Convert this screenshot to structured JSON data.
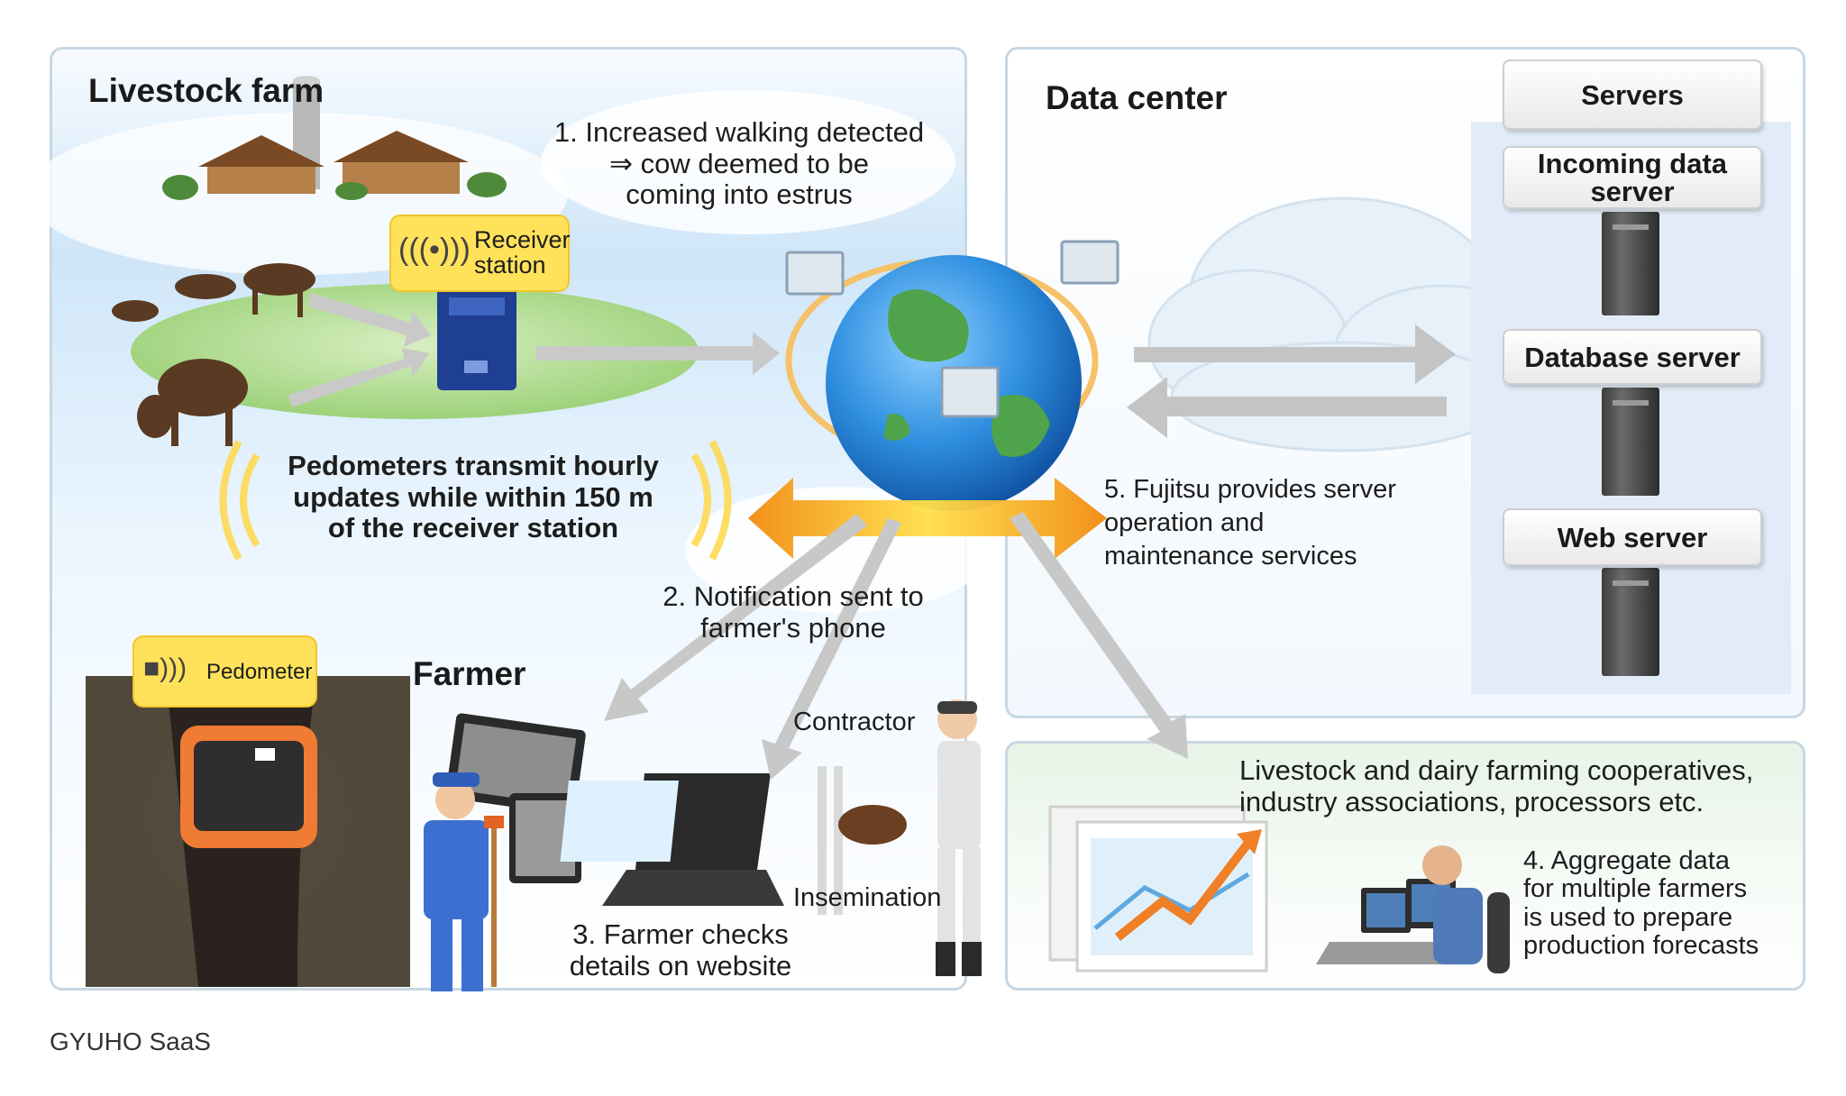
{
  "farm": {
    "title": "Livestock farm",
    "receiver_label": "Receiver\nstation",
    "pedometer_label": "Pedometer",
    "pedometer_note": "Pedometers transmit hourly\nupdates while within 150 m\nof the receiver station",
    "farmer_label": "Farmer",
    "contractor_label": "Contractor",
    "insemination_label": "Insemination"
  },
  "steps": {
    "step1": "1. Increased walking detected\n⇒ cow deemed to be\ncoming into estrus",
    "step2": "2. Notification sent to\nfarmer's phone",
    "step3": "3. Farmer checks\ndetails on website",
    "step4": "4. Aggregate data\nfor multiple farmers\nis used to prepare\nproduction forecasts",
    "step5": "5. Fujitsu provides server\noperation and\nmaintenance services"
  },
  "datacenter": {
    "title": "Data center",
    "servers_label": "Servers",
    "incoming_server": "Incoming data\nserver",
    "database_server": "Database server",
    "web_server": "Web server"
  },
  "coop": {
    "title": "Livestock and dairy farming cooperatives,\nindustry associations, processors etc."
  },
  "caption": "GYUHO SaaS",
  "colors": {
    "panel_border": "#c7d7e3",
    "tag_yellow": "#ffe25a",
    "arrow_gray": "#bdbdbd",
    "arrow_orange": "#f29a1c",
    "field_green": "#a9d98a"
  }
}
